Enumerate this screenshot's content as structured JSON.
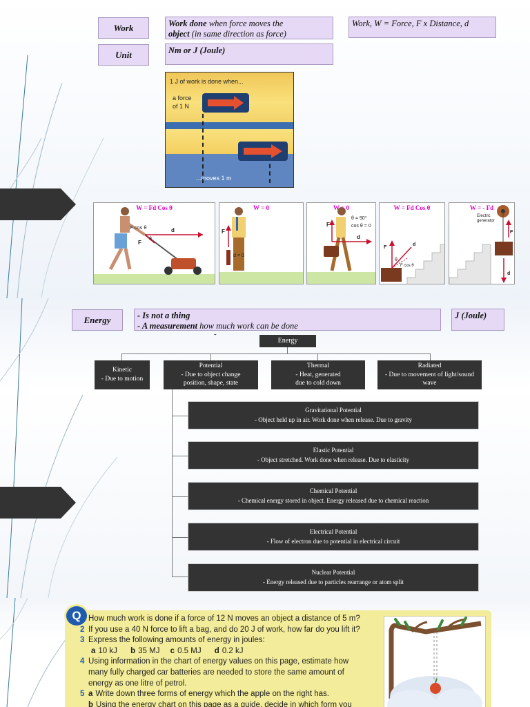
{
  "work_section": {
    "work_label": "Work",
    "work_def_bold1": "Work done",
    "work_def_rest1": " when force moves the",
    "work_def_bold2": "object",
    "work_def_rest2": " (in same direction as force)",
    "formula": "Work, W = Force, F x Distance, d",
    "unit_label": "Unit",
    "unit_value": "Nm or J (Joule)",
    "illustration": {
      "line1": "1 J of work is done when...",
      "force_line1": "a force",
      "force_line2": "of 1 N",
      "moves_text": "...moves 1 m"
    },
    "panels": [
      {
        "caption": "W = Fd Cos θ",
        "labels": [
          "F cos θ",
          "d",
          "F",
          "θ"
        ]
      },
      {
        "caption": "W = 0",
        "labels": [
          "F",
          "d = 0"
        ]
      },
      {
        "caption": "W = 0",
        "labels": [
          "θ = 90°",
          "cos θ = 0",
          "F",
          "d"
        ]
      },
      {
        "caption": "W = Fd Cos θ",
        "labels": [
          "F",
          "d",
          "θ",
          "F cos θ"
        ]
      },
      {
        "caption": "W = - Fd",
        "labels": [
          "Electric",
          "generator",
          "F",
          "d"
        ]
      }
    ]
  },
  "energy_section": {
    "label": "Energy",
    "def_line1": "- Is not a thing",
    "def_line2_bold": "- A measurement",
    "def_line2_rest": " how much work can be done",
    "unit": "J (Joule)",
    "dash": "-",
    "root": "Energy",
    "types": [
      {
        "title": "Kinetic",
        "desc": "- Due to motion"
      },
      {
        "title": "Potential",
        "desc": "- Due to object change position, shape, state"
      },
      {
        "title": "Thermal",
        "desc": "- Heat, generated due to cold down"
      },
      {
        "title": "Radiated",
        "desc": "- Due to movement of light/sound wave"
      }
    ],
    "potential_types": [
      {
        "title": "Gravitational Potential",
        "desc": "- Object held up in air. Work done when release. Due to gravity"
      },
      {
        "title": "Elastic Potential",
        "desc": "- Object stretched. Work done when release. Due to elasticity"
      },
      {
        "title": "Chemical Potential",
        "desc": "- Chemical energy stored in object. Energy released due to chemical reaction"
      },
      {
        "title": "Electrical Potential",
        "desc": "- Flow of electron due to potential in electrical circuit"
      },
      {
        "title": "Nuclear Potential",
        "desc": "- Energy released due to particles rearrange or atom split"
      }
    ]
  },
  "questions": {
    "badge": "Q",
    "q1_num": "1",
    "q1": "How much work is done if a force of 12 N moves an object a distance of 5 m?",
    "q2_num": "2",
    "q2": "If you use a 40 N force to lift a bag, and do 20 J of work, how far do you lift it?",
    "q3_num": "3",
    "q3": "Express the following amounts of energy in joules:",
    "q3_parts": [
      {
        "letter": "a",
        "value": "10 kJ"
      },
      {
        "letter": "b",
        "value": "35 MJ"
      },
      {
        "letter": "c",
        "value": "0.5 MJ"
      },
      {
        "letter": "d",
        "value": "0.2 kJ"
      }
    ],
    "q4_num": "4",
    "q4_l1": "Using information in the chart of energy values on this page, estimate how",
    "q4_l2": "many fully charged car batteries are needed to store the same amount of",
    "q4_l3": "energy as one litre of petrol.",
    "q5_num": "5",
    "q5_letter": "a",
    "q5": "Write down three forms of energy which the apple on the right has.",
    "q5b_letter": "b",
    "q5b": "Using the energy chart on this page as a guide, decide in which form you"
  }
}
